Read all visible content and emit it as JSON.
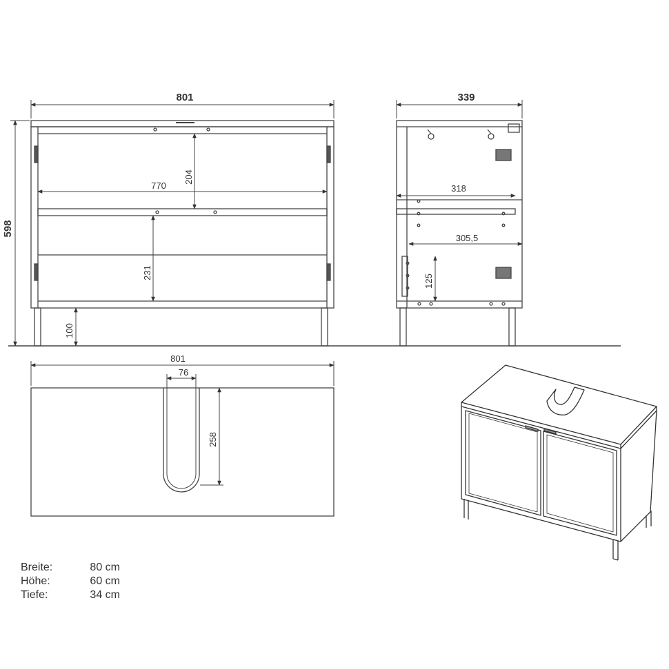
{
  "front_view": {
    "width_label": "801",
    "height_label": "598",
    "inner_width_label": "770",
    "upper_height_label": "204",
    "lower_height_label": "231",
    "leg_height_label": "100"
  },
  "side_view": {
    "depth_label": "339",
    "shelf_depth_label": "318",
    "lower_depth_label": "305,5",
    "base_height_label": "125"
  },
  "top_view": {
    "width_label": "801",
    "cutout_width_label": "76",
    "cutout_depth_label": "258"
  },
  "specs": [
    {
      "label": "Breite:",
      "value": "80 cm"
    },
    {
      "label": "Höhe:",
      "value": "60 cm"
    },
    {
      "label": "Tiefe:",
      "value": "34 cm"
    }
  ]
}
